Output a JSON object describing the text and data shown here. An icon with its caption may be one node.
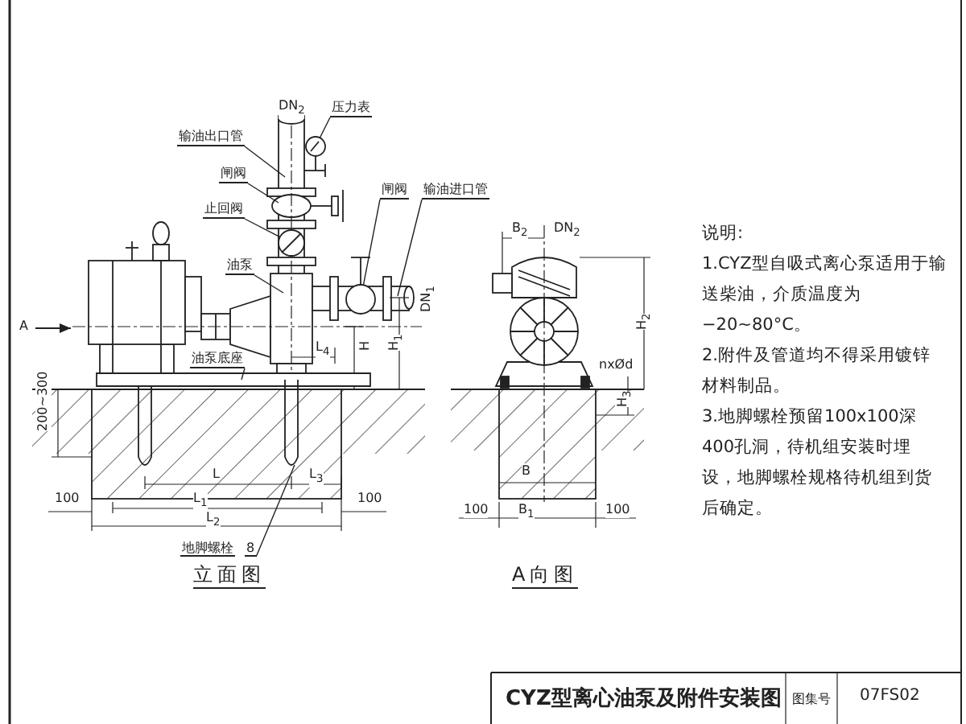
{
  "diagram": {
    "title": "CYZ型离心油泵及附件安装图",
    "nodes": [
      {
        "text": [
          "输油出口管"
        ]
      },
      {
        "text": [
          "压力表"
        ]
      },
      {
        "text": [
          "闸阀"
        ]
      },
      {
        "text": [
          "止回阀"
        ]
      },
      {
        "text": [
          "油泵"
        ]
      },
      {
        "text": [
          "闸阀"
        ]
      },
      {
        "text": [
          "输油进口管"
        ]
      },
      {
        "text": [
          "油泵底座"
        ]
      },
      {
        "text": [
          "地脚螺栓",
          "8"
        ]
      },
      {
        "text": [],
        "shape": "circle"
      },
      {
        "text": [],
        "shape": "circle"
      },
      {
        "text": [],
        "shape": "circle"
      },
      {
        "text": [],
        "shape": "bar"
      },
      {
        "text": [],
        "shape": "bar"
      }
    ],
    "edges": [
      {
        "from": 0,
        "to": null,
        "arrow": "none"
      },
      {
        "from": 1,
        "to": 9,
        "arrow": "none"
      },
      {
        "from": 2,
        "to": null,
        "arrow": "none"
      },
      {
        "from": 3,
        "to": 10,
        "arrow": "none"
      },
      {
        "from": 4,
        "to": null,
        "arrow": "none"
      },
      {
        "from": 5,
        "to": 11,
        "arrow": "none"
      },
      {
        "from": 6,
        "to": null,
        "arrow": "none"
      },
      {
        "from": 7,
        "to": 12,
        "arrow": "none"
      },
      {
        "from": 8,
        "to": 13,
        "arrow": "none"
      }
    ],
    "labels": [
      "DN$_{2}$",
      "DN$_{1}$",
      "A",
      "L$_{4}$",
      "H",
      "H$_{1}$",
      "200~300",
      "L",
      "L$_{3}$",
      "100",
      "L$_{1}$",
      "100",
      "L$_{2}$",
      "立面图",
      "B$_{2}$",
      "DN$_{2}$",
      "H$_{2}$",
      "nxØd",
      "H$_{3}$",
      "B",
      "100",
      "B$_{1}$",
      "100",
      "A向图",
      "说明:",
      "1.CYZ型自吸式离心泵适用于输送柴油，介质温度为−20~80°C。",
      "2.附件及管道均不得采用镀锌材料制品。",
      "3.地脚螺栓预留100x100深400孔洞，待机组安装时埋设，地脚螺栓规格待机组到货后确定。",
      "图集号",
      "07FS02"
    ]
  }
}
